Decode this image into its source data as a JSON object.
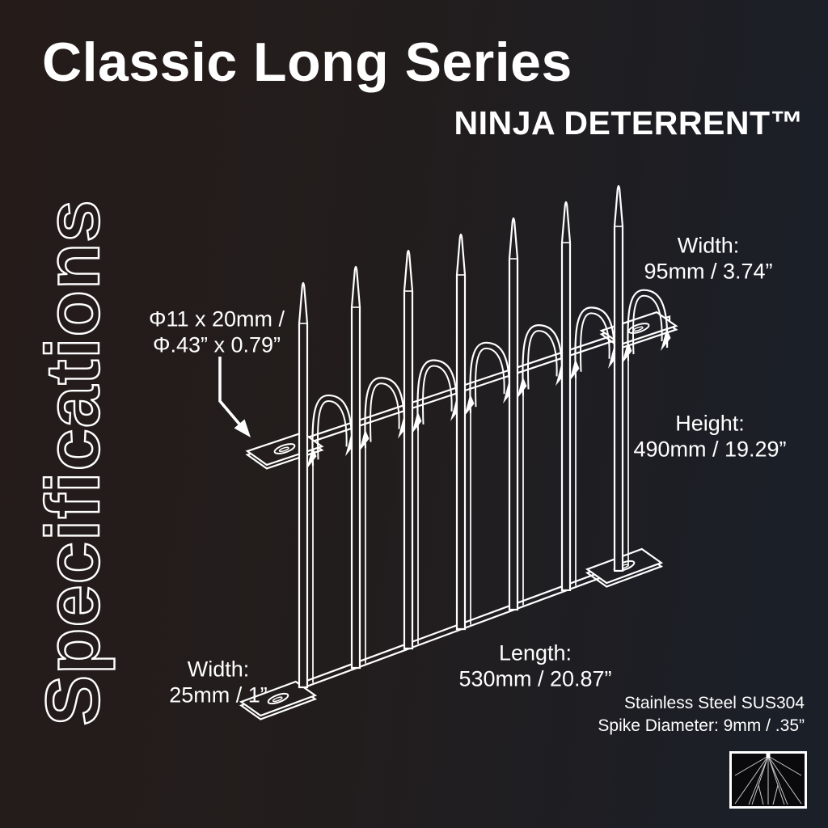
{
  "header": {
    "title": "Classic Long Series",
    "brand": "NINJA DETERRENT™"
  },
  "side_label": "Specifications",
  "annotations": {
    "mount_hole": {
      "line1": "Φ11 x 20mm /",
      "line2": "Φ.43” x 0.79”"
    },
    "top_width": {
      "label": "Width:",
      "value": "95mm / 3.74”"
    },
    "height": {
      "label": "Height:",
      "value": "490mm / 19.29”"
    },
    "base_width": {
      "label": "Width:",
      "value": "25mm / 1”"
    },
    "length": {
      "label": "Length:",
      "value": "530mm / 20.87”"
    },
    "material": "Stainless Steel SUS304",
    "spike_diameter": "Spike Diameter: 9mm / .35”"
  },
  "colors": {
    "background_left": "#251c19",
    "background_mid": "#221d1d",
    "background_right": "#1b1f27",
    "line": "#ffffff",
    "text": "#ffffff"
  },
  "logo": {
    "name": "spike-fan-logo"
  }
}
